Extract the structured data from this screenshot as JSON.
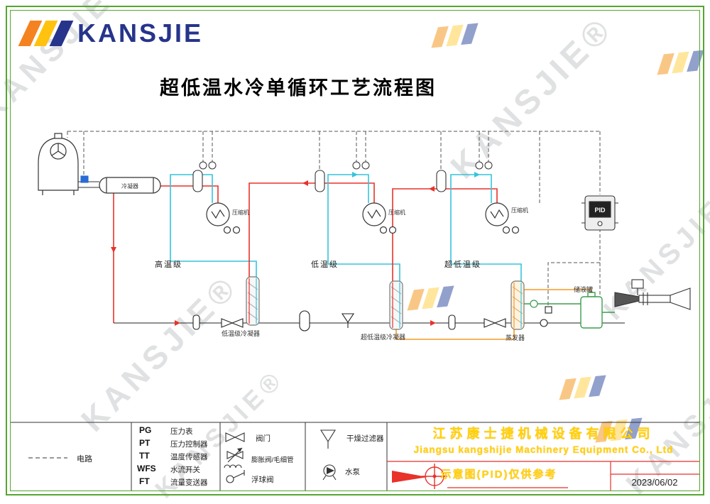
{
  "logo": {
    "text": "KANSJIE"
  },
  "watermark": {
    "text": "KANSJIE®"
  },
  "title": "超低温水冷单循环工艺流程图",
  "diagram": {
    "condenser": "冷凝器",
    "compressor": "压缩机",
    "stage_high": "高温级",
    "stage_low": "低温级",
    "stage_ultra": "超低温级",
    "lt_condenser": "低温级冷凝器",
    "ult_condenser": "超低温级冷凝器",
    "evaporator": "蒸发器",
    "receiver": "储液罐",
    "pid": "PID"
  },
  "legend": {
    "circuit": "电路",
    "instruments": [
      {
        "code": "PG",
        "label": "压力表"
      },
      {
        "code": "PT",
        "label": "压力控制器"
      },
      {
        "code": "TT",
        "label": "温度传感器"
      },
      {
        "code": "WFS",
        "label": "水流开关"
      },
      {
        "code": "FT",
        "label": "流量变送器"
      }
    ],
    "valve": "阀门",
    "expansion_valve": "膨胀阀/毛细管",
    "float_valve": "浮球阀",
    "dry_filter": "干燥过滤器",
    "water_pump": "水泵"
  },
  "titleblock": {
    "company_cn": "江苏康士捷机械设备有限公司",
    "company_en": "Jiangsu kangshijie Machinery Equipment Co., Ltd",
    "note": "示意图(PID)仅供参考",
    "date": "2023/06/02"
  },
  "colors": {
    "frame_green": "#55a630",
    "accent_yellow": "#ffd400",
    "accent_red": "#e8322a",
    "line_cyan": "#35c4dc",
    "line_orange": "#f59a23",
    "line_green": "#3a9d4f",
    "logo_navy": "#27348b"
  }
}
